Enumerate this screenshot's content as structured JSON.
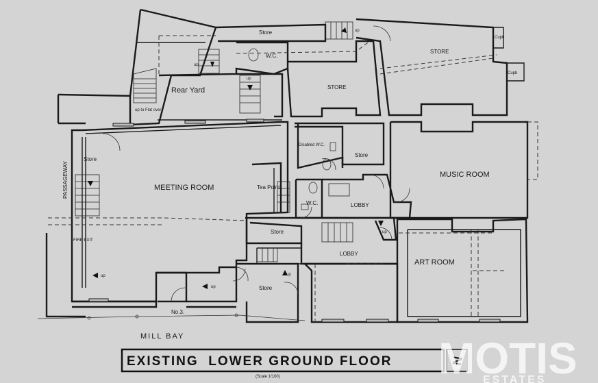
{
  "title": "EXISTING  LOWER GROUND FLOOR",
  "scale": "(Scale 1/100)",
  "street": "MILL BAY",
  "building_number": "No.3.",
  "north_symbol": "N",
  "logo": {
    "main": "MOTIS",
    "sub": "ESTATES"
  },
  "rooms": {
    "store_top": "Store",
    "wc_top": "W.C.",
    "store_upper_right": "STORE",
    "cupb_top": "Cupb",
    "cupb_right": "Cupb",
    "rear_yard": "Rear Yard",
    "store_middle": "STORE",
    "up_to_flat": "up to Flat over.",
    "passageway": "PASSAGEWAY",
    "store_left": "Store",
    "meeting_room": "MEETING ROOM",
    "tea_point": "Tea Point",
    "disabled_wc": "Disabled W.C.",
    "store_small": "Store",
    "wc_middle": "W.C.",
    "lobby_upper": "LOBBY",
    "music_room": "MUSIC ROOM",
    "store_lower": "Store",
    "fire_exit": "FIRE EXIT",
    "lobby_lower": "LOBBY",
    "art_room": "ART ROOM",
    "store_bottom": "Store"
  },
  "up_labels": [
    "up",
    "up",
    "up",
    "up",
    "up",
    "up",
    "up"
  ]
}
